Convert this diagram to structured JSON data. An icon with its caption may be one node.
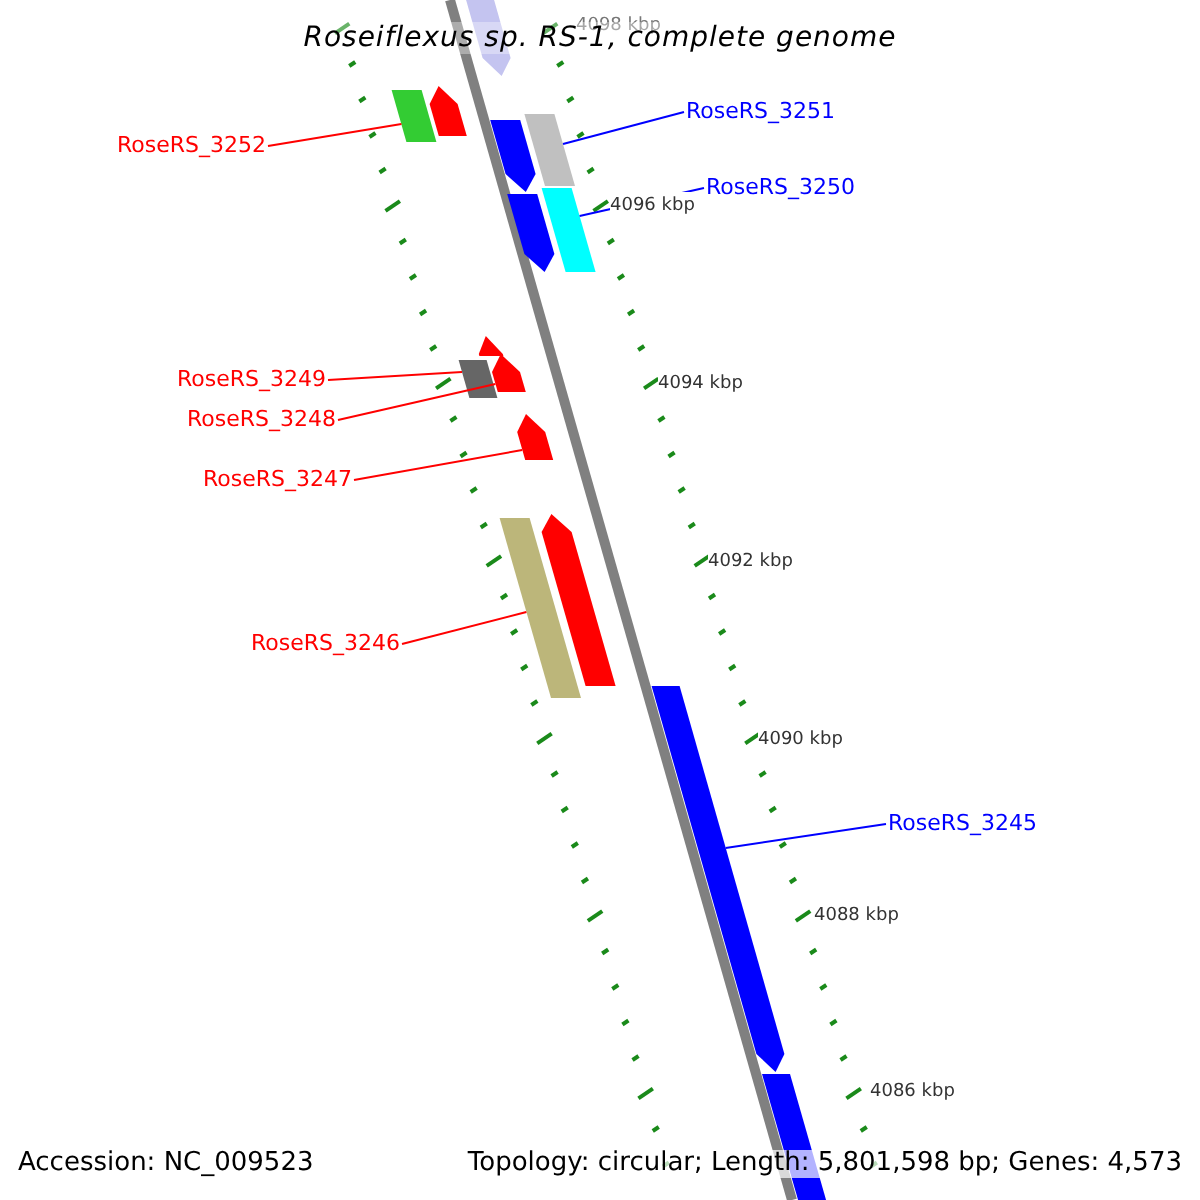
{
  "diagram": {
    "title": "Roseiflexus sp. RS-1, complete genome",
    "nodes": [
      {
        "text": [
          "RoseRS_3251"
        ]
      },
      {
        "text": [
          "RoseRS_3252"
        ]
      },
      {
        "text": [
          "RoseRS_3250"
        ]
      },
      {
        "text": [
          "RoseRS_3249"
        ]
      },
      {
        "text": [
          "RoseRS_3248"
        ]
      },
      {
        "text": [
          "RoseRS_3247"
        ]
      },
      {
        "text": [
          "RoseRS_3246"
        ]
      },
      {
        "text": [
          "RoseRS_3245"
        ]
      },
      {
        "text": [],
        "shape": "pentagon"
      },
      {
        "text": [],
        "shape": "pentagon"
      },
      {
        "text": [],
        "shape": "box"
      },
      {
        "text": [],
        "shape": "box"
      },
      {
        "text": [],
        "shape": "pentagon"
      },
      {
        "text": [],
        "shape": "box"
      },
      {
        "text": [],
        "shape": "pentagon"
      },
      {
        "text": [],
        "shape": "pentagon"
      },
      {
        "text": [],
        "shape": "pentagon"
      },
      {
        "text": [],
        "shape": "box"
      },
      {
        "text": [],
        "shape": "pentagon"
      },
      {
        "text": [],
        "shape": "pentagon"
      },
      {
        "text": [],
        "shape": "box"
      },
      {
        "text": [],
        "shape": "pentagon"
      },
      {
        "text": [],
        "shape": "box"
      }
    ],
    "edges": [
      {
        "from": 0,
        "to": 11,
        "arrow": "none",
        "color": "#0000ff"
      },
      {
        "from": 1,
        "to": 10,
        "arrow": "none"
      },
      {
        "from": 2,
        "to": 13,
        "arrow": "none",
        "color": "#0000ff"
      },
      {
        "from": 3,
        "to": 17,
        "arrow": "none"
      },
      {
        "from": 4,
        "to": 16,
        "arrow": "none"
      },
      {
        "from": 5,
        "to": 18,
        "arrow": "none"
      },
      {
        "from": 6,
        "to": 20,
        "arrow": "none"
      },
      {
        "from": 7,
        "to": 21,
        "arrow": "none",
        "color": "#0000ff"
      }
    ],
    "labels": [
      "4098 kbp",
      "4096 kbp",
      "4094 kbp",
      "4092 kbp",
      "4090 kbp",
      "4088 kbp",
      "4086 kbp",
      "Accession: NC_009523",
      "Topology: circular; Length: 5,801,598 bp; Genes: 4,573"
    ]
  }
}
